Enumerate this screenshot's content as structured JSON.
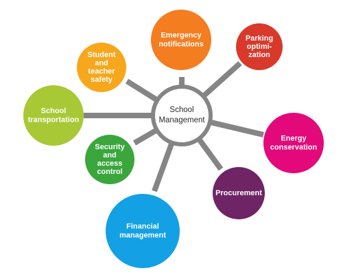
{
  "hub": {
    "label_lines": [
      "School",
      "Management"
    ],
    "color": "#858585"
  },
  "nodes": [
    {
      "id": "emergency-notifications",
      "lines": [
        "Emergency",
        "notifications"
      ],
      "color": "#f47d20"
    },
    {
      "id": "parking-optimization",
      "lines": [
        "Parking",
        "optimi-",
        "zation"
      ],
      "color": "#d9392b"
    },
    {
      "id": "student-and-teacher-safety",
      "lines": [
        "Student",
        "and",
        "teacher",
        "safety"
      ],
      "color": "#f7a71c"
    },
    {
      "id": "school-transportation",
      "lines": [
        "School",
        "transportation"
      ],
      "color": "#a8c836"
    },
    {
      "id": "energy-conservation",
      "lines": [
        "Energy",
        "conservation"
      ],
      "color": "#e3097a"
    },
    {
      "id": "security-and-access-control",
      "lines": [
        "Security",
        "and",
        "access",
        "control"
      ],
      "color": "#3aa63c"
    },
    {
      "id": "procurement",
      "lines": [
        "Procurement"
      ],
      "color": "#6e2465"
    },
    {
      "id": "financial-management",
      "lines": [
        "Financial",
        "management"
      ],
      "color": "#13a0e4"
    }
  ]
}
